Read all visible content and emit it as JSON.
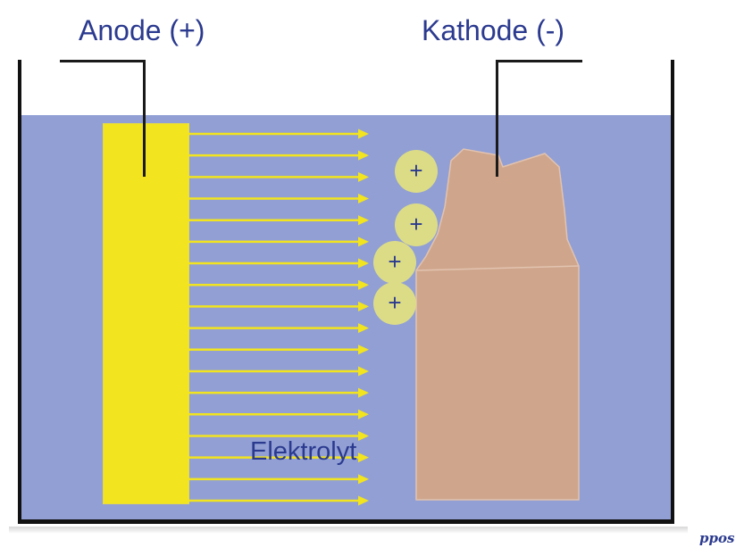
{
  "labels": {
    "anode": "Anode (+)",
    "kathode": "Kathode (-)",
    "electrolyte": "Elektrolyt",
    "watermark": "ppos"
  },
  "ions": {
    "symbol": "+",
    "count": 4
  },
  "arrows": {
    "count": 18
  },
  "colors": {
    "electrolyte": "#919fd4",
    "anode": "#f2e41e",
    "cathode": "#cfa68c",
    "ion": "#dcdc87",
    "arrow": "#f2e41e",
    "text": "#2b3a8f"
  }
}
